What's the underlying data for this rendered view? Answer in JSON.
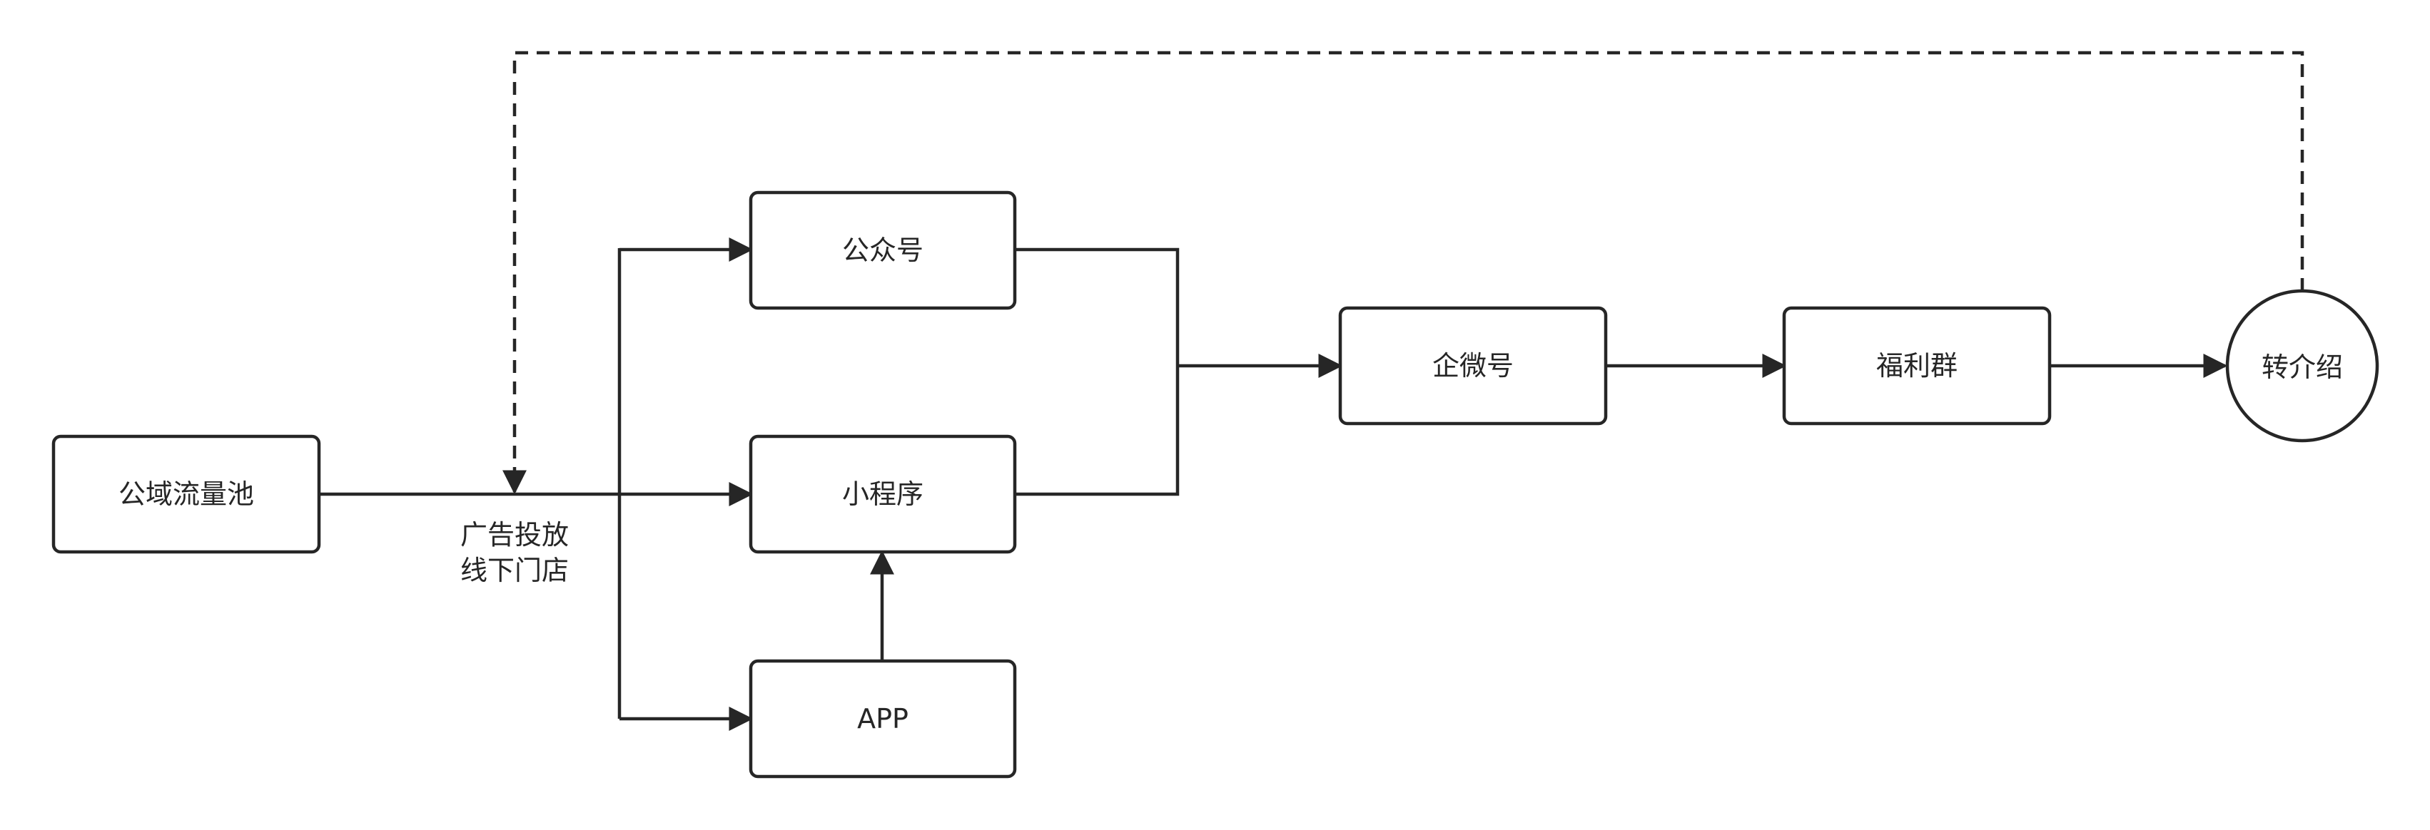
{
  "colors": {
    "stroke": "#262626",
    "background": "#ffffff"
  },
  "nodes": {
    "public_traffic_pool": "公域流量池",
    "official_account": "公众号",
    "mini_program": "小程序",
    "app": "APP",
    "wecom_account": "企微号",
    "welfare_group": "福利群",
    "referral": "转介绍"
  },
  "edge_labels": {
    "ads_line1": "广告投放",
    "ads_line2": "线下门店"
  }
}
